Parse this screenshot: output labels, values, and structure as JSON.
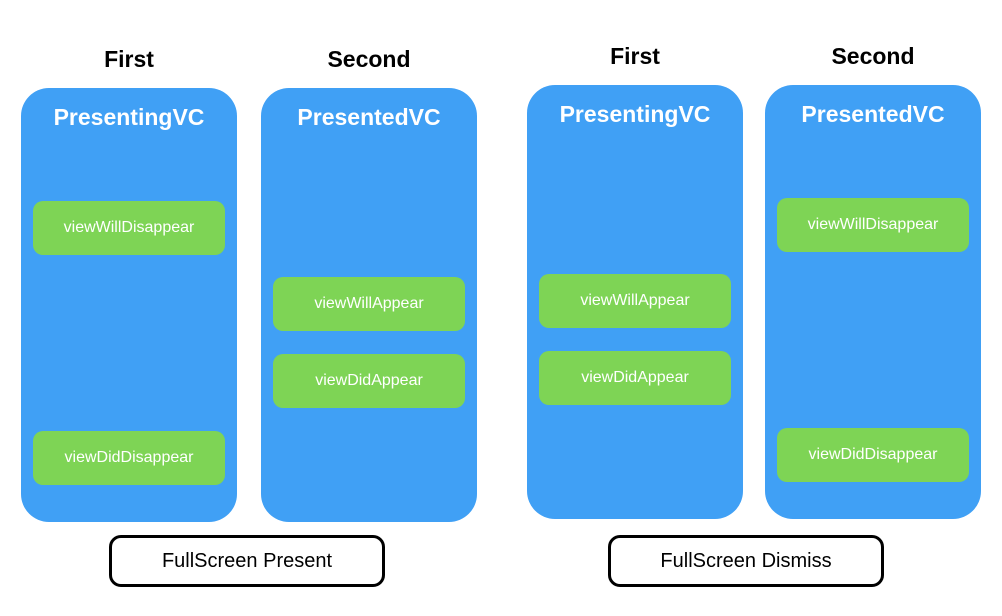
{
  "colors": {
    "panel": "#40a0f5",
    "event": "#7ed455",
    "border": "#000000"
  },
  "groups": [
    {
      "caption": "FullScreen Present",
      "columns": [
        {
          "heading": "First",
          "panel_title": "PresentingVC",
          "events": [
            "viewWillDisappear",
            "viewDidDisappear"
          ]
        },
        {
          "heading": "Second",
          "panel_title": "PresentedVC",
          "events": [
            "viewWillAppear",
            "viewDidAppear"
          ]
        }
      ]
    },
    {
      "caption": "FullScreen Dismiss",
      "columns": [
        {
          "heading": "First",
          "panel_title": "PresentingVC",
          "events": [
            "viewWillAppear",
            "viewDidAppear"
          ]
        },
        {
          "heading": "Second",
          "panel_title": "PresentedVC",
          "events": [
            "viewWillDisappear",
            "viewDidDisappear"
          ]
        }
      ]
    }
  ]
}
